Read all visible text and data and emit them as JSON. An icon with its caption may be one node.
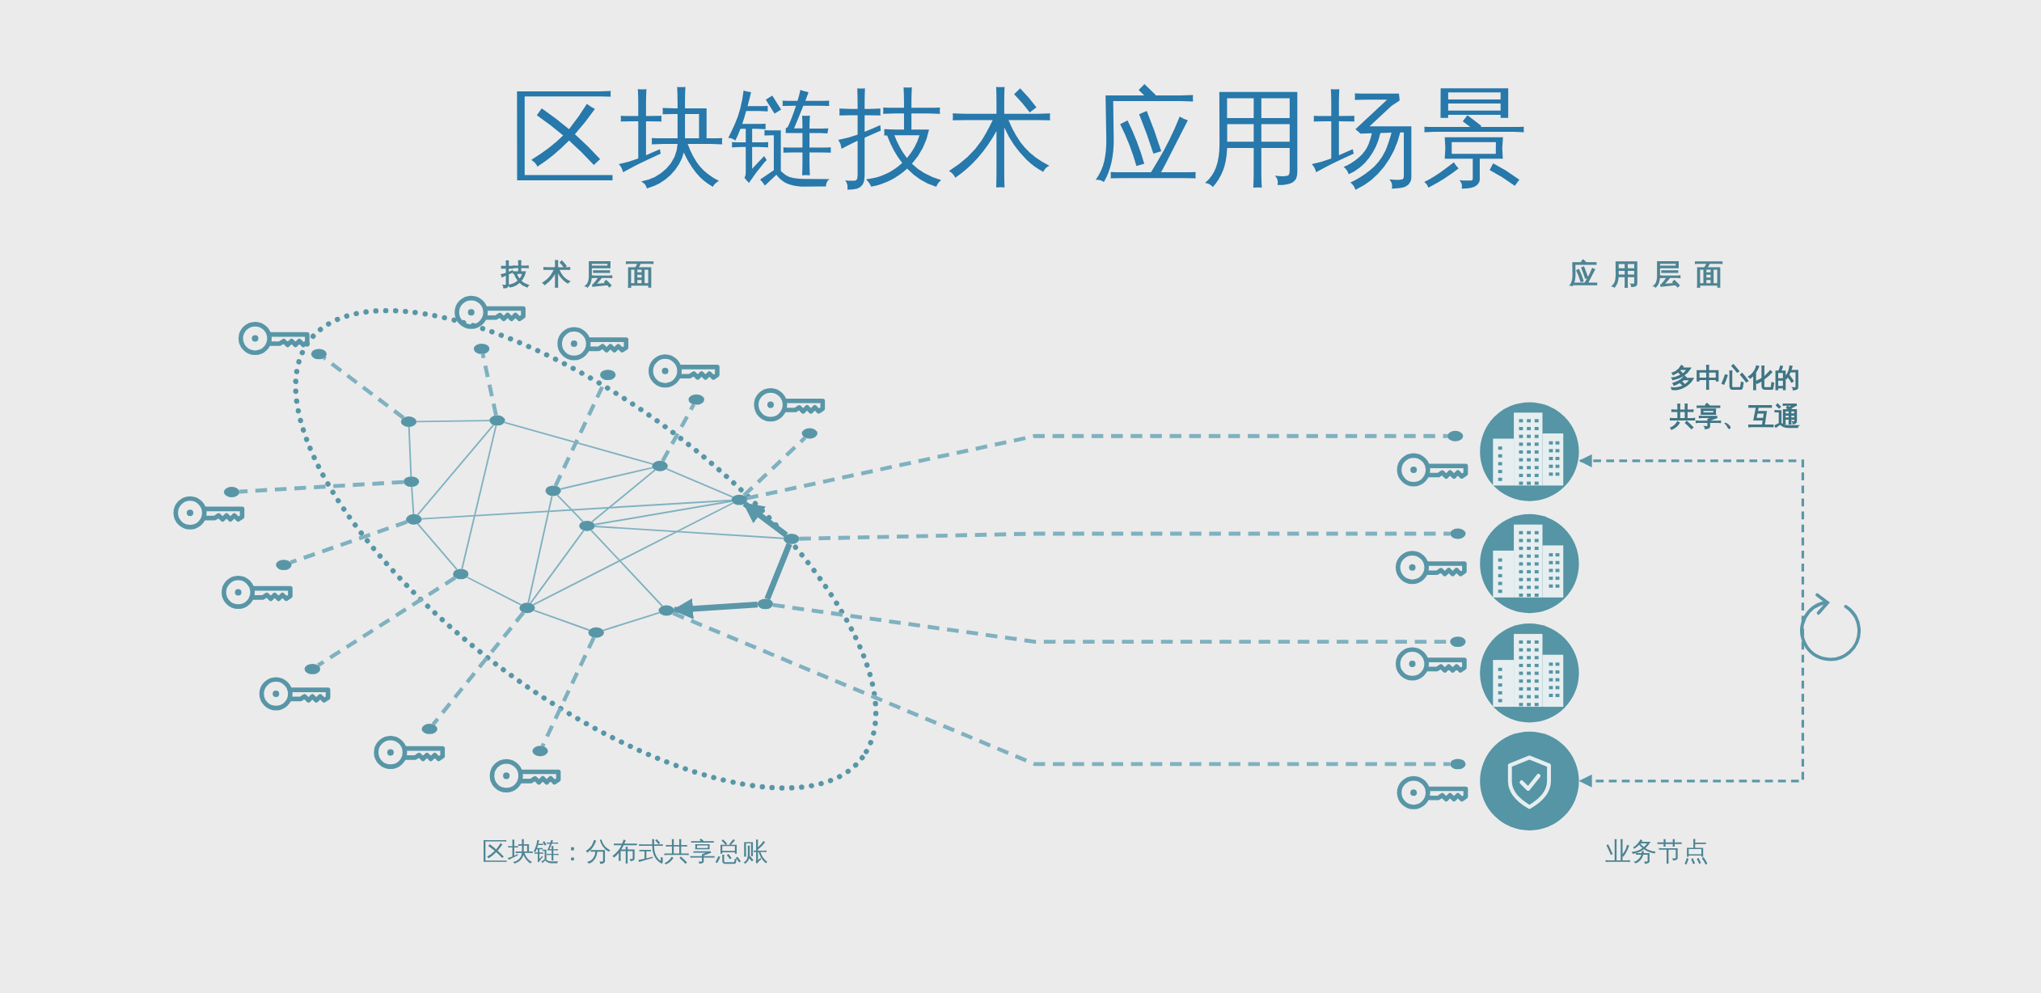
{
  "diagram": {
    "title": "区块链技术 应用场景",
    "nodes": [
      {
        "text": [],
        "shape": "circle"
      },
      {
        "text": [],
        "shape": "circle"
      },
      {
        "text": [],
        "shape": "circle"
      },
      {
        "text": [],
        "shape": "circle"
      },
      {
        "text": [],
        "shape": "circle"
      },
      {
        "text": [],
        "shape": "circle"
      },
      {
        "text": [],
        "shape": "circle"
      },
      {
        "text": [],
        "shape": "circle"
      },
      {
        "text": [],
        "shape": "circle"
      },
      {
        "text": [],
        "shape": "circle"
      },
      {
        "text": [],
        "shape": "circle"
      },
      {
        "text": [],
        "shape": "circle"
      },
      {
        "text": [],
        "shape": "circle"
      },
      {
        "text": [],
        "shape": "circle"
      },
      {
        "text": [],
        "shape": "circle"
      },
      {
        "text": [],
        "shape": "circle"
      },
      {
        "text": [],
        "shape": "circle"
      },
      {
        "text": [],
        "shape": "circle"
      },
      {
        "text": [],
        "shape": "circle"
      },
      {
        "text": [],
        "shape": "circle"
      },
      {
        "text": [],
        "shape": "circle"
      },
      {
        "text": [],
        "shape": "circle"
      },
      {
        "text": [],
        "shape": "circle"
      },
      {
        "text": [],
        "shape": "circle"
      },
      {
        "text": [],
        "shape": "circle"
      },
      {
        "text": [],
        "shape": "circle"
      },
      {
        "text": [],
        "shape": "circle"
      },
      {
        "text": [],
        "shape": "circle"
      },
      {
        "text": [],
        "shape": "picture"
      },
      {
        "text": [],
        "shape": "picture"
      },
      {
        "text": [],
        "shape": "picture"
      },
      {
        "text": [],
        "shape": "picture"
      }
    ],
    "edges": [
      {
        "from": 0,
        "to": 1,
        "arrow": "none"
      },
      {
        "from": 0,
        "to": 3,
        "arrow": "none"
      },
      {
        "from": 1,
        "to": 2,
        "arrow": "none"
      },
      {
        "from": 1,
        "to": 9,
        "arrow": "none"
      },
      {
        "from": 1,
        "to": 5,
        "arrow": "none"
      },
      {
        "from": 3,
        "to": 5,
        "arrow": "none"
      },
      {
        "from": 5,
        "to": 9,
        "arrow": "none"
      },
      {
        "from": 5,
        "to": 7,
        "arrow": "none"
      },
      {
        "from": 4,
        "to": 10,
        "arrow": "none"
      },
      {
        "from": 4,
        "to": 6,
        "arrow": "none"
      },
      {
        "from": 4,
        "to": 2,
        "arrow": "none"
      },
      {
        "from": 6,
        "to": 2,
        "arrow": "none"
      },
      {
        "from": 6,
        "to": 10,
        "arrow": "none"
      },
      {
        "from": 6,
        "to": 12,
        "arrow": "none"
      },
      {
        "from": 9,
        "to": 10,
        "arrow": "none"
      },
      {
        "from": 10,
        "to": 11,
        "arrow": "none"
      },
      {
        "from": 11,
        "to": 12,
        "arrow": "none"
      },
      {
        "from": 10,
        "to": 7,
        "arrow": "none"
      },
      {
        "from": 6,
        "to": 7,
        "arrow": "none"
      },
      {
        "from": 2,
        "to": 7,
        "arrow": "none"
      },
      {
        "from": 6,
        "to": 8,
        "arrow": "none"
      },
      {
        "from": 0,
        "to": 14,
        "arrow": "none",
        "style": "dashed"
      },
      {
        "from": 1,
        "to": 15,
        "arrow": "none",
        "style": "dashed"
      },
      {
        "from": 4,
        "to": 16,
        "arrow": "none",
        "style": "dashed"
      },
      {
        "from": 2,
        "to": 17,
        "arrow": "none",
        "style": "dashed"
      },
      {
        "from": 7,
        "to": 18,
        "arrow": "none",
        "style": "dashed"
      },
      {
        "from": 3,
        "to": 19,
        "arrow": "none",
        "style": "dashed"
      },
      {
        "from": 5,
        "to": 20,
        "arrow": "none",
        "style": "dashed"
      },
      {
        "from": 9,
        "to": 21,
        "arrow": "none",
        "style": "dashed"
      },
      {
        "from": 10,
        "to": 22,
        "arrow": "none",
        "style": "dashed"
      },
      {
        "from": 11,
        "to": 23,
        "arrow": "none",
        "style": "dashed"
      },
      {
        "from": 8,
        "to": 7,
        "arrow": "to",
        "style": "thick",
        "color": "#5a97a8"
      },
      {
        "from": 13,
        "to": 8,
        "arrow": "none",
        "style": "thick",
        "color": "#5a97a8"
      },
      {
        "from": 13,
        "to": 12,
        "arrow": "to",
        "style": "thick",
        "color": "#5a97a8"
      },
      {
        "from": 7,
        "to": 24,
        "arrow": "none",
        "style": "dashed"
      },
      {
        "from": 8,
        "to": 25,
        "arrow": "none",
        "style": "dashed"
      },
      {
        "from": 13,
        "to": 26,
        "arrow": "none",
        "style": "dashed"
      },
      {
        "from": 12,
        "to": 27,
        "arrow": "none",
        "style": "dashed"
      },
      {
        "from": 28,
        "to": 31,
        "arrow": "both",
        "style": "dashed",
        "color": "#5a97a8"
      }
    ],
    "labels": [
      "技术层面",
      "应用层面",
      "多中心化的共享、互通",
      "区块链：分布式共享总账",
      "业务节点"
    ]
  }
}
